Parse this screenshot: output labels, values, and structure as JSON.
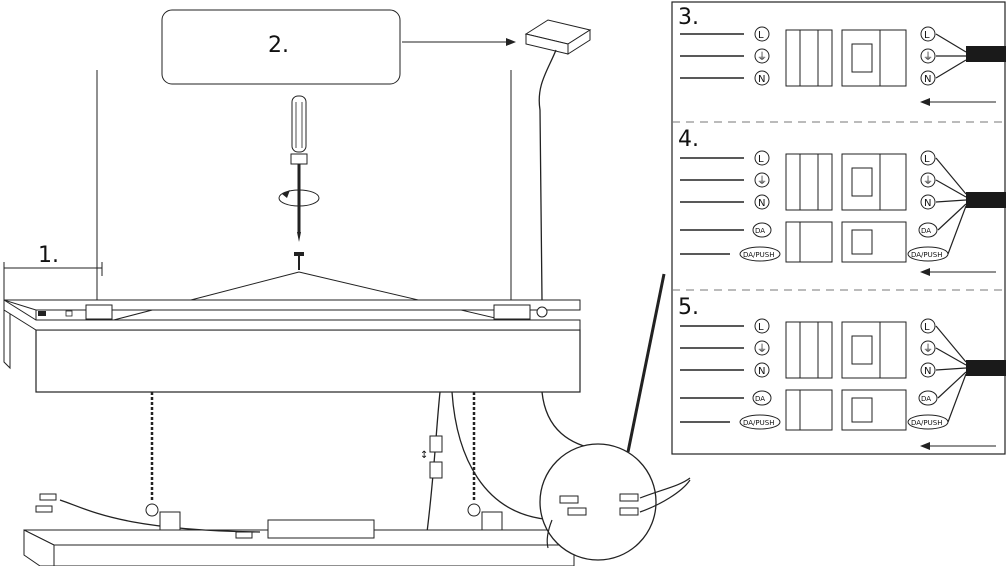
{
  "steps": {
    "s1": "1.",
    "s2": "2.",
    "s3": "3.",
    "s4": "4.",
    "s5": "5."
  },
  "terminals": {
    "live": "L",
    "earth": "⏚",
    "neutral": "N",
    "dali": "DA",
    "dali_push": "DA/PUSH"
  },
  "icons": [
    "screwdriver-icon",
    "rotate-arrow-icon",
    "screw-icon",
    "ceiling-canopy-icon",
    "connector-block-icon",
    "cable-icon",
    "arrow-left-icon",
    "magnifier-circle-icon",
    "driver-box-icon"
  ],
  "colors": {
    "line": "#222222",
    "cable": "#1a1a1a",
    "background": "#ffffff",
    "dash": "#777777"
  }
}
